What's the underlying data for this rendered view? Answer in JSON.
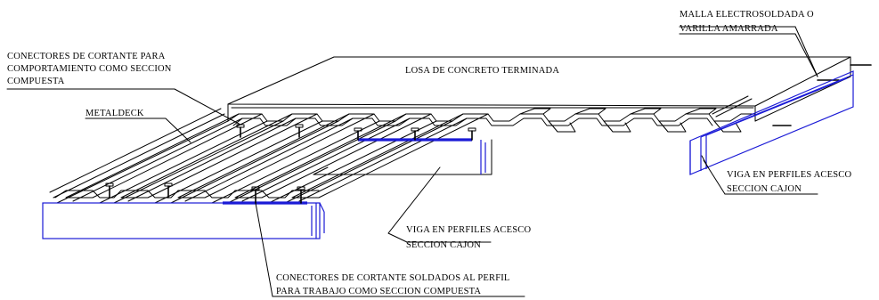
{
  "labels": {
    "losa": "LOSA DE CONCRETO TERMINADA",
    "malla_1": "MALLA ELECTROSOLDADA O",
    "malla_2": "VARILLA AMARRADA",
    "conectores_1": "CONECTORES DE CORTANTE PARA",
    "conectores_2": "COMPORTAMIENTO COMO SECCION",
    "conectores_3": "COMPUESTA",
    "metaldeck": "METALDECK",
    "viga_centro_1": "VIGA EN PERFILES ACESCO",
    "viga_centro_2": "SECCION CAJON",
    "viga_derecha_1": "VIGA EN PERFILES ACESCO",
    "viga_derecha_2": "SECCION CAJON",
    "soldados_1": "CONECTORES DE CORTANTE SOLDADOS AL PERFIL",
    "soldados_2": "PARA TRABAJO COMO SECCION COMPUESTA"
  },
  "colors": {
    "line": "#000000",
    "beam": "#1a1ad6",
    "background": "#ffffff"
  }
}
